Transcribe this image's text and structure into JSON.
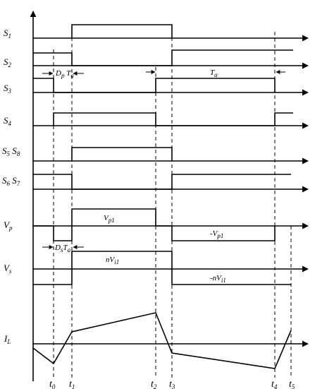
{
  "signals": [
    {
      "id": "S1",
      "main": "S",
      "sub": "1"
    },
    {
      "id": "S2",
      "main": "S",
      "sub": "2"
    },
    {
      "id": "S3",
      "main": "S",
      "sub": "3"
    },
    {
      "id": "S4",
      "main": "S",
      "sub": "4"
    },
    {
      "id": "S5S8",
      "main": "S",
      "sub": "5",
      "main2": " S",
      "sub2": "8"
    },
    {
      "id": "S6S7",
      "main": "S",
      "sub": "6",
      "main2": " S",
      "sub2": "7"
    },
    {
      "id": "Vp",
      "main": "V",
      "sub": "p"
    },
    {
      "id": "Vs",
      "main": "V",
      "sub": "s"
    },
    {
      "id": "IL",
      "main": "I",
      "sub": "L"
    }
  ],
  "time_markers": [
    {
      "main": "t",
      "sub": "0"
    },
    {
      "main": "t",
      "sub": "1"
    },
    {
      "main": "t",
      "sub": "2"
    },
    {
      "main": "t",
      "sub": "3"
    },
    {
      "main": "t",
      "sub": "4"
    },
    {
      "main": "t",
      "sub": "5"
    }
  ],
  "annotations": {
    "dp_ta": {
      "a": "D",
      "a_sub": "p",
      "b": " T",
      "b_sub": "a"
    },
    "ta": {
      "a": "T",
      "a_sub": "a"
    },
    "vp1_pos": {
      "a": "V",
      "a_sub": "p1"
    },
    "vp1_neg": {
      "a": "-V",
      "a_sub": "p1"
    },
    "ds_ta": {
      "a": "D",
      "a_sub": "s",
      "b": "T",
      "b_sub": "a"
    },
    "nvi1_pos": {
      "a": "nV",
      "a_sub": "i1"
    },
    "nvi1_neg": {
      "a": "-nV",
      "a_sub": "i1"
    }
  },
  "style": {
    "ink": "#000000",
    "background": "#ffffff"
  }
}
